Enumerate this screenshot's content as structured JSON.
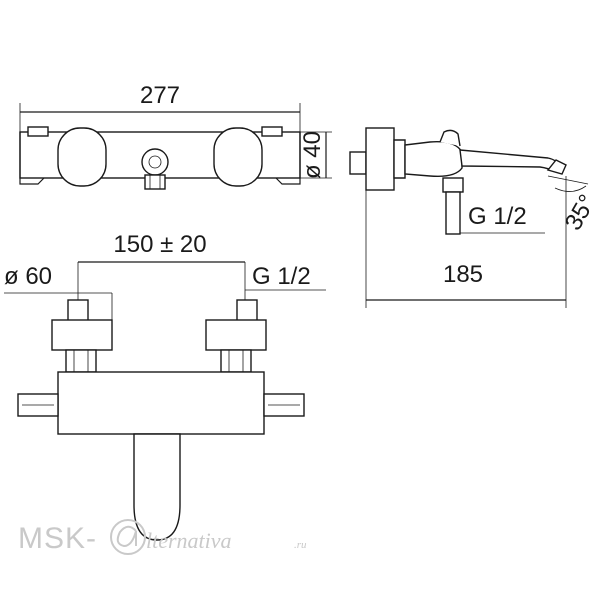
{
  "dimensions": {
    "top_width": "277",
    "top_height": "ø 40",
    "side_depth": "185",
    "side_thread": "G 1/2",
    "spout_angle": "35°",
    "inlet_spacing": "150 ± 20",
    "eccentric_diameter": "ø 60",
    "front_thread": "G 1/2"
  },
  "watermark": {
    "brand_prefix": "MSK-",
    "brand_name": "lternativa",
    "brand_tld": ".ru"
  }
}
